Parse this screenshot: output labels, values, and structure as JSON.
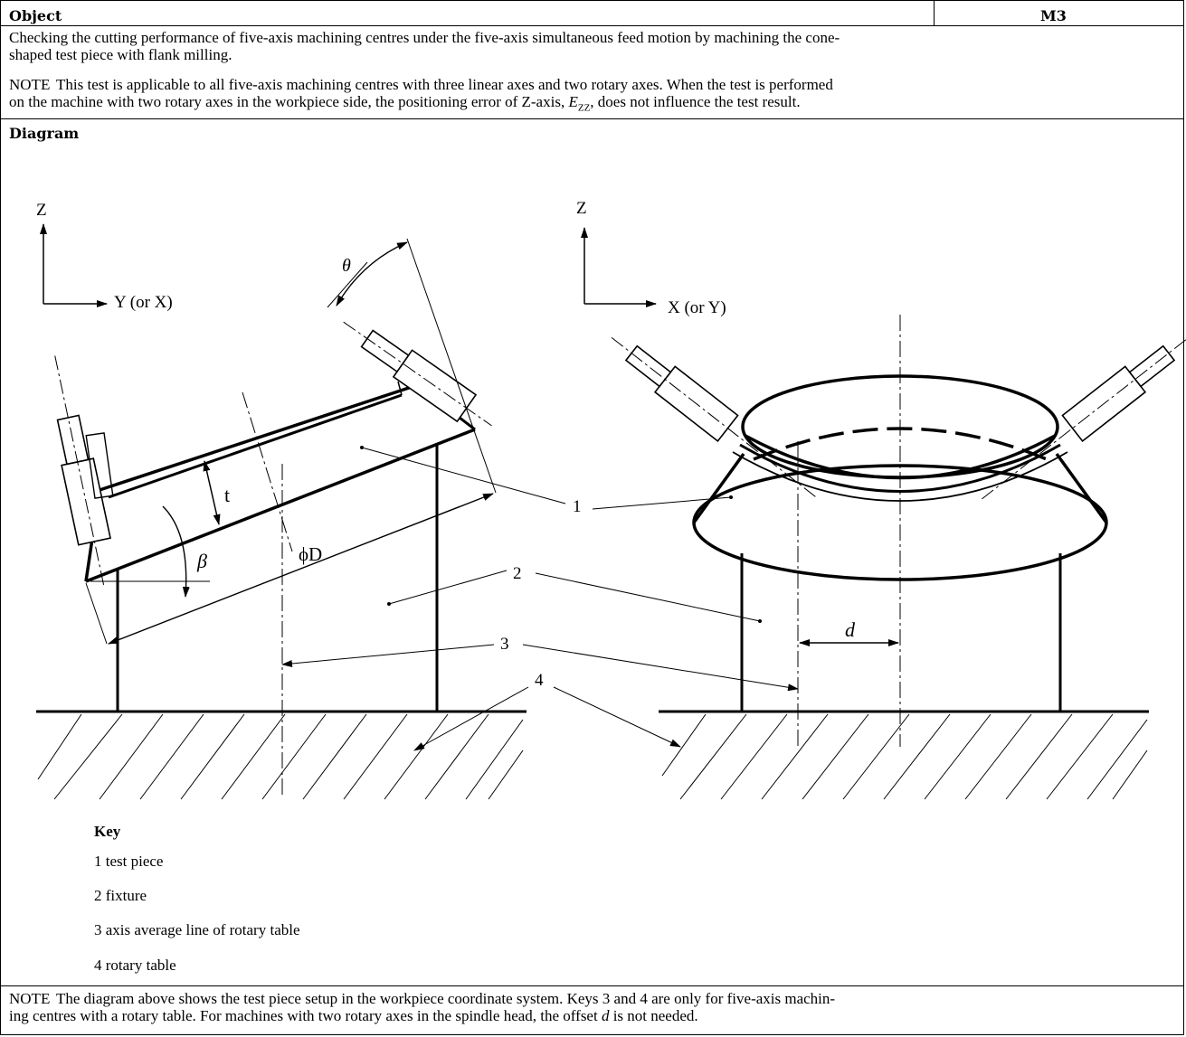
{
  "header": {
    "object_label": "Object",
    "code": "M3"
  },
  "object_text": "Checking the cutting performance of five-axis machining centres under the five-axis simultaneous feed motion by machining the cone-shaped test piece with flank milling.",
  "object_text_line1": "Checking the cutting performance of five-axis machining centres under the five-axis simultaneous feed motion by machining the cone-",
  "object_text_line2": "shaped test piece with flank milling.",
  "note1": {
    "label": "NOTE",
    "line1": "This test is applicable to all five-axis machining centres with three linear axes and two rotary axes. When the test is performed",
    "line2_pre": "on the machine with two rotary axes in the workpiece side, the positioning error of Z-axis, ",
    "line2_sym": "E",
    "line2_sub": "ZZ",
    "line2_post": ", does not influence the test result."
  },
  "diagram": {
    "heading": "Diagram",
    "left": {
      "axis_z": "Z",
      "axis_h": "Y (or X)",
      "theta": "θ",
      "t": "t",
      "beta": "β",
      "phiD": "ϕD"
    },
    "right": {
      "axis_z": "Z",
      "axis_h": "X (or Y)",
      "d": "d"
    },
    "callouts": [
      "1",
      "2",
      "3",
      "4"
    ]
  },
  "key": {
    "title": "Key",
    "items": [
      "1 test piece",
      "2 fixture",
      "3 axis average line of rotary table",
      "4 rotary table"
    ]
  },
  "note2": {
    "label": "NOTE",
    "line1": "The diagram above shows the test piece setup in the workpiece coordinate system. Keys 3 and 4 are only for five-axis machin-",
    "line2_pre": "ing centres with a rotary table. For machines with two rotary axes in the spindle head, the offset ",
    "line2_sym": "d",
    "line2_post": " is not needed."
  }
}
